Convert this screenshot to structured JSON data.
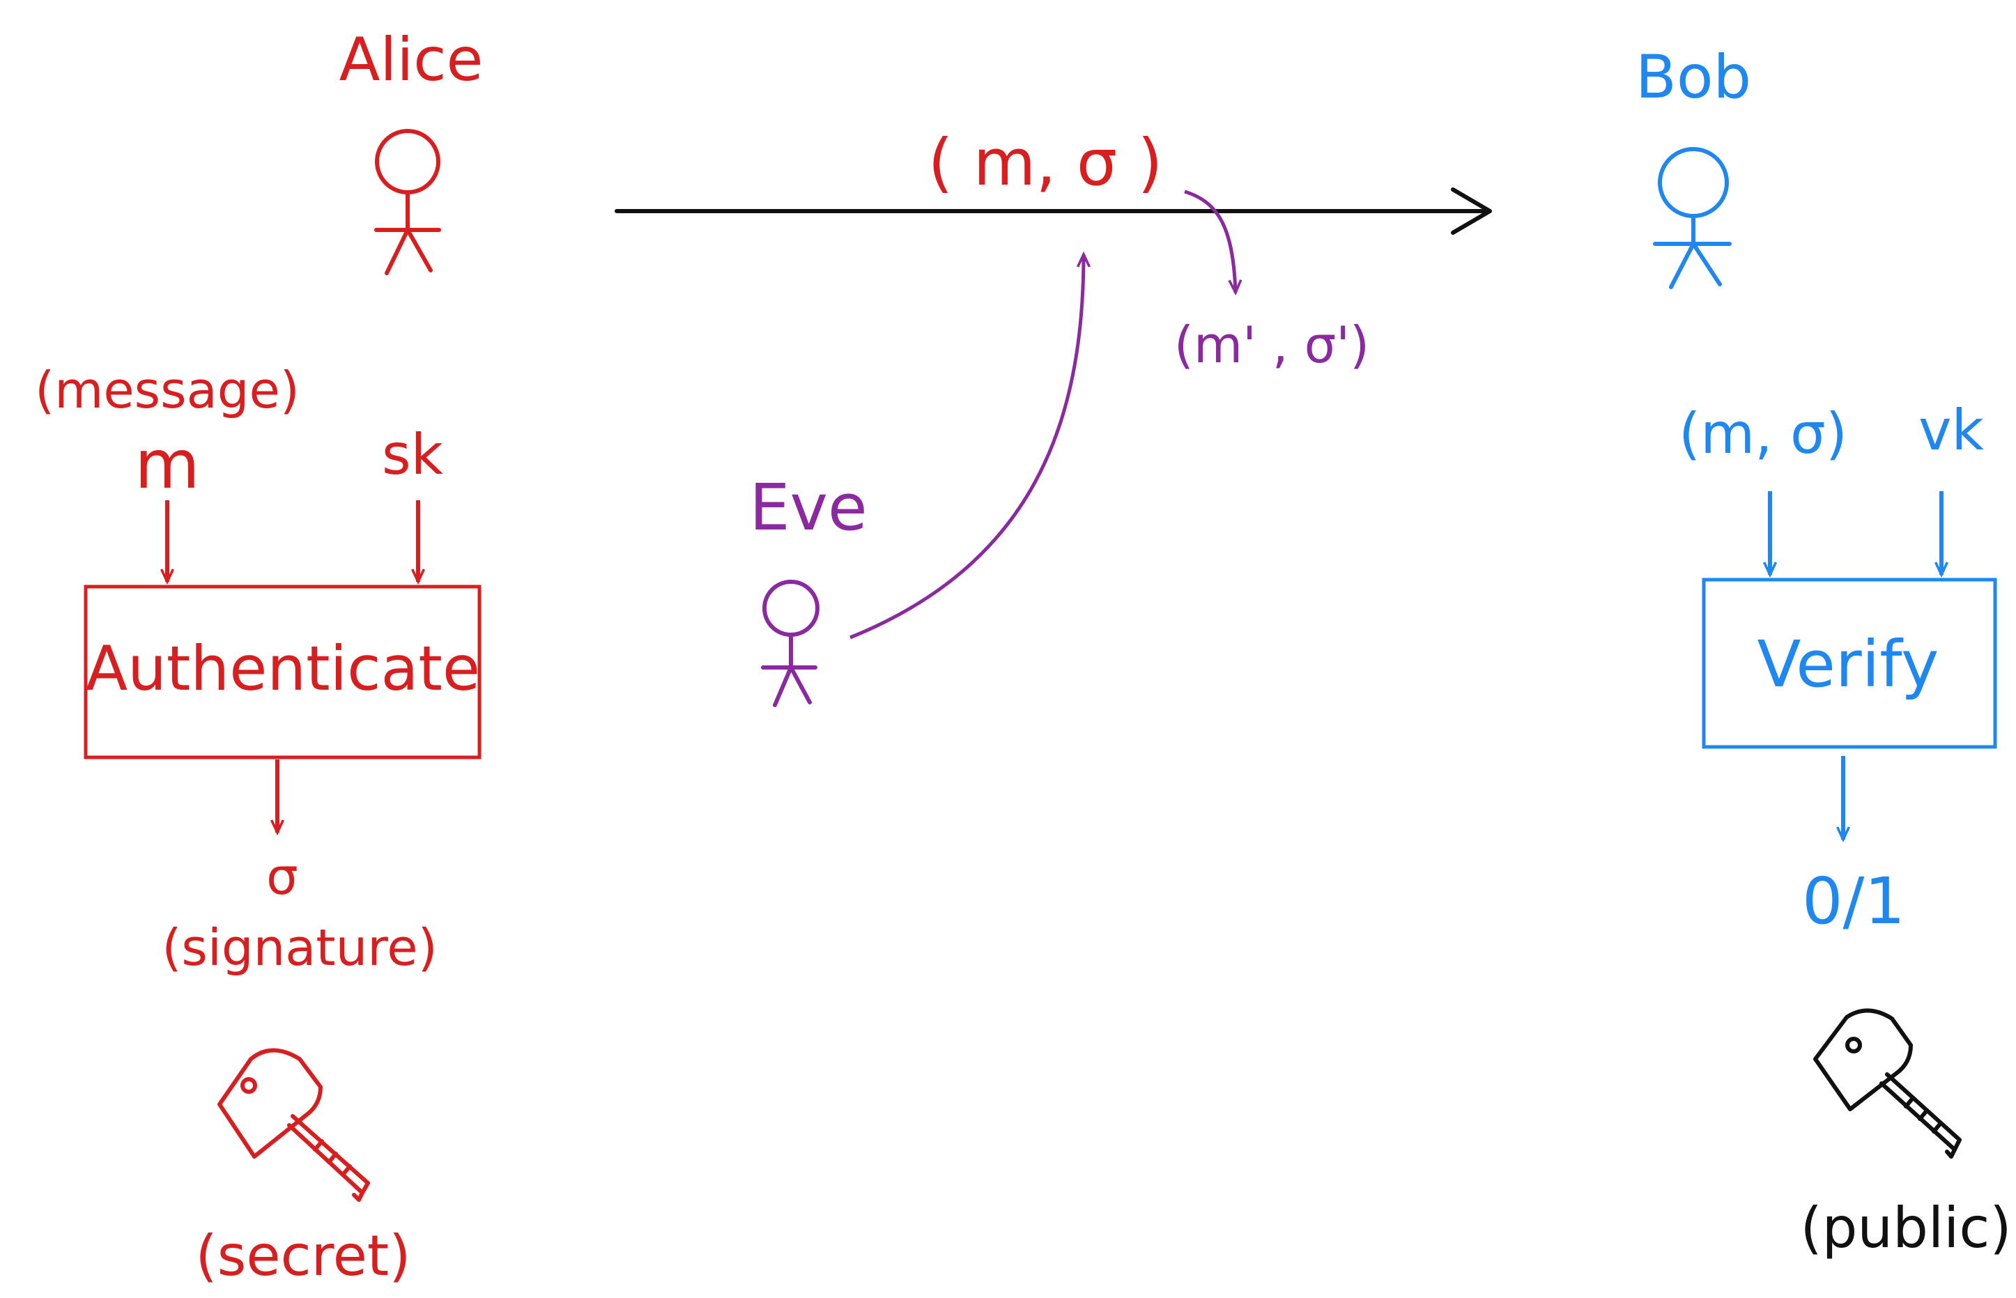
{
  "colors": {
    "alice": "#d81e1e",
    "bob": "#1e88f0",
    "eve": "#8b2aa0",
    "ink": "#111111",
    "background": "#ffffff"
  },
  "alice": {
    "name": "Alice",
    "message_note": "(message)",
    "message_symbol": "m",
    "key_symbol": "sk",
    "box_label": "Authenticate",
    "output_symbol": "σ",
    "output_note": "(signature)",
    "key_icon": "secret-key-icon",
    "key_note": "(secret)"
  },
  "bob": {
    "name": "Bob",
    "input_pair": "(m, σ)",
    "key_symbol": "vk",
    "box_label": "Verify",
    "output": "0/1",
    "key_icon": "public-key-icon",
    "key_note": "(public)"
  },
  "channel": {
    "message_pair": "( m, σ )",
    "forged_pair": "(m' , σ')"
  },
  "eve": {
    "name": "Eve"
  }
}
